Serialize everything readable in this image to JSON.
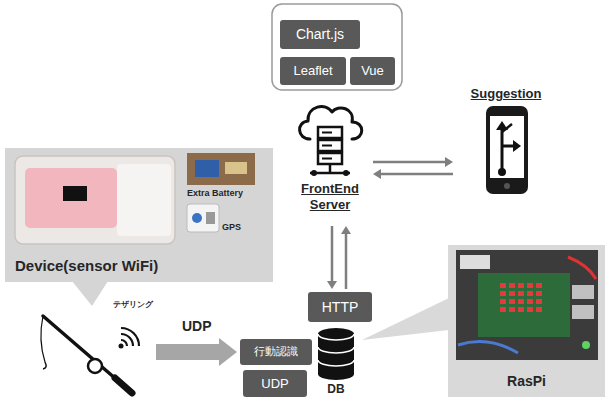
{
  "diagram": {
    "nodes": [
      {
        "text": [
          "Chart.js"
        ]
      },
      {
        "text": [
          "Leaflet"
        ]
      },
      {
        "text": [
          "Vue"
        ]
      },
      {
        "text": [
          "FrontEnd Server"
        ]
      },
      {
        "text": [
          "Suggestion"
        ]
      },
      {
        "text": [
          "Device(sensor WiFi)"
        ]
      },
      {
        "text": [
          "HTTP"
        ]
      },
      {
        "text": [
          "RasPi"
        ]
      },
      {
        "text": [
          "テザリング"
        ]
      },
      {
        "text": [
          "行動認識"
        ]
      },
      {
        "text": [
          "DB"
        ]
      },
      {
        "text": [
          "UDP"
        ]
      }
    ],
    "edges": [
      {
        "from": 3,
        "to": 4,
        "arrow": "both"
      },
      {
        "from": 3,
        "to": 6,
        "arrow": "both"
      },
      {
        "from": 8,
        "to": 9,
        "label": "UDP",
        "arrow": "to"
      }
    ],
    "labels": [
      "Extra Battery",
      "GPS"
    ]
  }
}
